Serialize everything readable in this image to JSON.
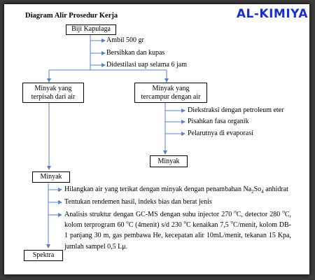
{
  "title": "Diagram Alir Prosedur Kerja",
  "brand": "AL-KIMIYA",
  "boxes": {
    "start": "Biji Kapulaga",
    "left_line1": "Minyak yang",
    "left_line2": "terpisah dari air",
    "right_line1": "Minyak yang",
    "right_line1_b": "tercampur dengan air",
    "right_end": "Minyak",
    "merge": "Minyak",
    "end": "Spektra"
  },
  "steps_top": [
    "Ambil 500 gr",
    "Bersihkan dan kupas",
    "Didestilasi uap selama 6 jam"
  ],
  "steps_right": [
    "Diekstraksi dengan petroleum eter",
    "Pisahkan fasa organik",
    "Pelarutnya di evaporasi"
  ],
  "steps_bottom": {
    "s1_text": "Hilangkan air yang terikat dengan minyak dengan penambahan Na",
    "s1_sub1": "2",
    "s1_mid": "So",
    "s1_sub2": "4",
    "s1_tail": " anhidrat",
    "s2": "Tentukan rendemen hasil, indeks bias dan berat jenis",
    "s3_a": "Analisis struktur dengan GC-MS dengan suhu injector 270 ",
    "s3_deg": "o",
    "s3_b": "C, detector 280 ",
    "s3_c": "C, kolom terprogram 60 ",
    "s3_d": "C (4menit) s/d 230 ",
    "s3_e": "C kenaikan 7,5 ",
    "s3_f": "C/menit, kolom DB-1 panjang 30 m, gas pembawa He, kecepatan alir 10mL/menit, tekanan 15 Kpa, jumlah sampel 0,5 Lμ."
  },
  "colors": {
    "arrow": "#5b7fc6",
    "brand": "#1a2fd1"
  }
}
